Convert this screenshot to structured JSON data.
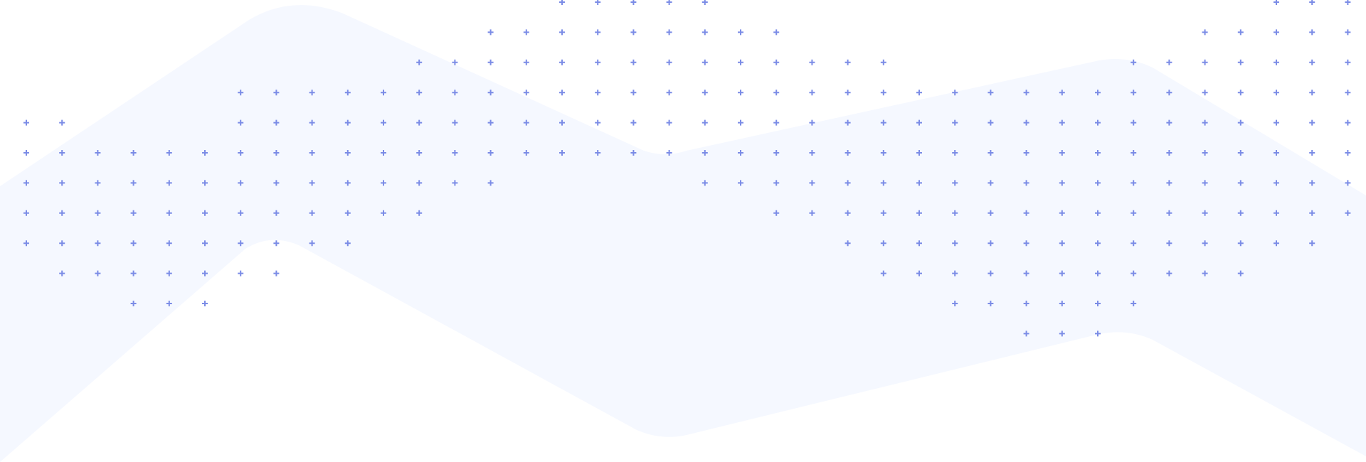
{
  "colors": {
    "background": "#ffffff",
    "band": "#f5f8ff",
    "plus": "#7b8ce6"
  },
  "icon": "plus-icon",
  "plus_grid_mask": [
    [
      [
        15,
        19
      ],
      [
        35,
        37
      ]
    ],
    [
      [
        13,
        21
      ],
      [
        33,
        37
      ]
    ],
    [
      [
        11,
        24
      ],
      [
        31,
        37
      ]
    ],
    [
      [
        6,
        37
      ]
    ],
    [
      [
        0,
        1
      ],
      [
        6,
        37
      ]
    ],
    [
      [
        0,
        37
      ]
    ],
    [
      [
        0,
        13
      ],
      [
        19,
        37
      ]
    ],
    [
      [
        0,
        11
      ],
      [
        21,
        37
      ]
    ],
    [
      [
        0,
        9
      ],
      [
        23,
        36
      ]
    ],
    [
      [
        1,
        7
      ],
      [
        24,
        34
      ]
    ],
    [
      [
        3,
        5
      ],
      [
        26,
        31
      ]
    ],
    [
      [
        28,
        30
      ]
    ]
  ]
}
